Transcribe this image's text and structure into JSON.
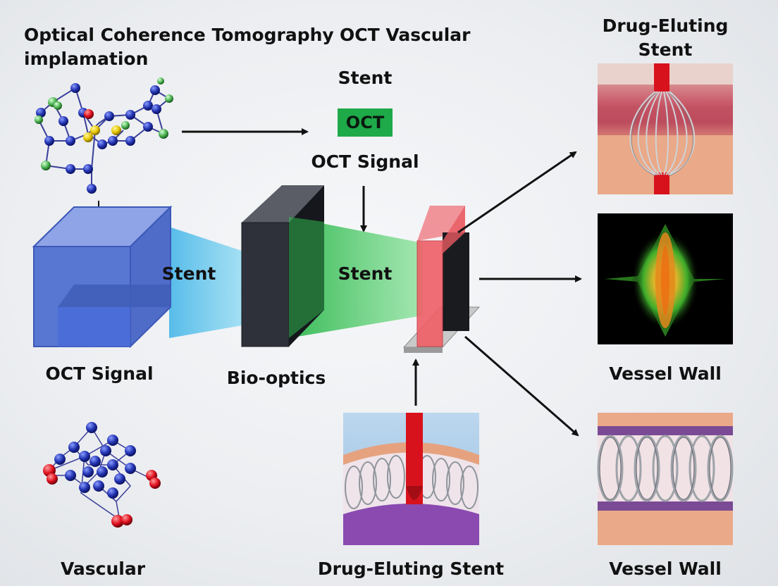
{
  "labels": {
    "title_line1": "Optical Coherence Tomography",
    "title_line2": "implamation",
    "oct_vascular": "OCT Vascular",
    "stent_top": "Stent",
    "oct_badge": "OCT",
    "oct_signal_top": "OCT Signal",
    "stent_left": "Stent",
    "stent_mid": "Stent",
    "oct_signal_bottom": "OCT Signal",
    "bio_optics": "Bio-optics",
    "vascular": "Vascular",
    "drug_eluting_stent_bottom": "Drug-Eluting Stent",
    "drug_eluting_top_line1": "Drug-Eluting",
    "drug_eluting_top_line2": "Stent",
    "vessel_wall_mid": "Vessel Wall",
    "vessel_wall_bottom": "Vessel Wall"
  },
  "colors": {
    "badge_green": "#1faa4a",
    "cube_blue": "#4a68c8",
    "beam_cyan": "#6fd0ee",
    "beam_green": "#4fcf6f",
    "filter_red": "#ef5f66",
    "vessel_red": "#d8121c",
    "molecule_blue": "#2233b0",
    "molecule_red": "#e0101e"
  }
}
